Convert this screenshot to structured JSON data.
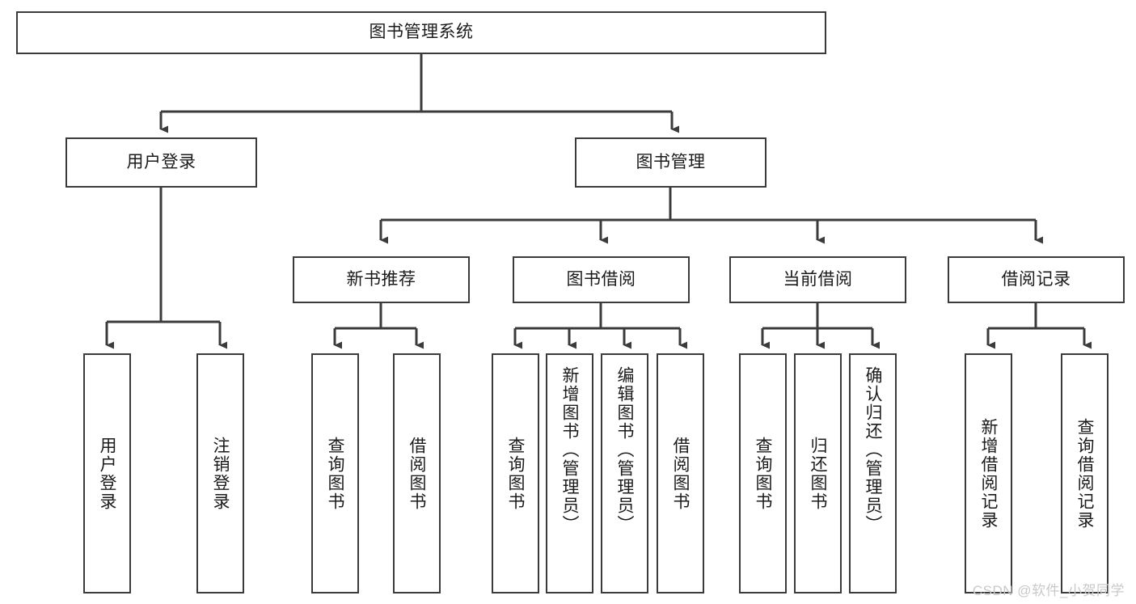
{
  "diagram": {
    "type": "tree-hierarchy-chart",
    "title": "图书管理系统",
    "stroke_color": "#3b3b3b",
    "background_color": "#ffffff",
    "text_color": "#1b1b1b",
    "levels": [
      {
        "level": 0,
        "nodes": [
          {
            "id": "root",
            "label": "图书管理系统",
            "orientation": "horizontal"
          }
        ]
      },
      {
        "level": 1,
        "nodes": [
          {
            "id": "user-login",
            "label": "用户登录",
            "orientation": "horizontal",
            "parent": "root"
          },
          {
            "id": "book-management",
            "label": "图书管理",
            "orientation": "horizontal",
            "parent": "root"
          }
        ]
      },
      {
        "level": 2,
        "nodes": [
          {
            "id": "new-book-recommend",
            "label": "新书推荐",
            "orientation": "horizontal",
            "parent": "book-management"
          },
          {
            "id": "book-borrow",
            "label": "图书借阅",
            "orientation": "horizontal",
            "parent": "book-management"
          },
          {
            "id": "current-borrow",
            "label": "当前借阅",
            "orientation": "horizontal",
            "parent": "book-management"
          },
          {
            "id": "borrow-record",
            "label": "借阅记录",
            "orientation": "horizontal",
            "parent": "book-management"
          }
        ]
      },
      {
        "level": 3,
        "nodes": [
          {
            "id": "leaf-user-login",
            "label": "用户登录",
            "orientation": "vertical",
            "parent": "user-login"
          },
          {
            "id": "leaf-logout-login",
            "label": "注销登录",
            "orientation": "vertical",
            "parent": "user-login"
          },
          {
            "id": "leaf-query-book-1",
            "label": "查询图书",
            "orientation": "vertical",
            "parent": "new-book-recommend"
          },
          {
            "id": "leaf-borrow-book-1",
            "label": "借阅图书",
            "orientation": "vertical",
            "parent": "new-book-recommend"
          },
          {
            "id": "leaf-query-book-2",
            "label": "查询图书",
            "orientation": "vertical",
            "parent": "book-borrow"
          },
          {
            "id": "leaf-add-book",
            "label": "新增图书（管理员）",
            "orientation": "vertical",
            "parent": "book-borrow"
          },
          {
            "id": "leaf-edit-book",
            "label": "编辑图书（管理员）",
            "orientation": "vertical",
            "parent": "book-borrow"
          },
          {
            "id": "leaf-borrow-book-2",
            "label": "借阅图书",
            "orientation": "vertical",
            "parent": "book-borrow"
          },
          {
            "id": "leaf-query-book-3",
            "label": "查询图书",
            "orientation": "vertical",
            "parent": "current-borrow"
          },
          {
            "id": "leaf-return-book",
            "label": "归还图书",
            "orientation": "vertical",
            "parent": "current-borrow"
          },
          {
            "id": "leaf-confirm-return",
            "label": "确认归还（管理员）",
            "orientation": "vertical",
            "parent": "current-borrow"
          },
          {
            "id": "leaf-add-record",
            "label": "新增借阅记录",
            "orientation": "vertical",
            "parent": "borrow-record"
          },
          {
            "id": "leaf-query-record",
            "label": "查询借阅记录",
            "orientation": "vertical",
            "parent": "borrow-record"
          }
        ]
      }
    ]
  },
  "watermark": {
    "text": "CSDN @软件_小贺同学",
    "color": "#c9c9c9"
  }
}
